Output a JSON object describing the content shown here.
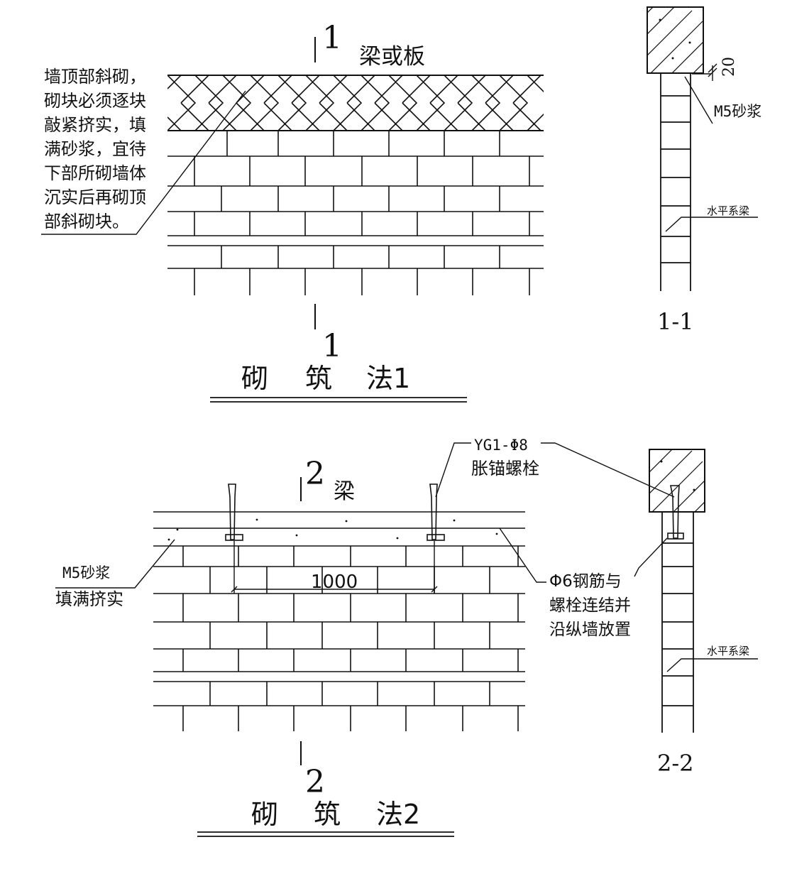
{
  "diagram1": {
    "section_mark_top": "1",
    "section_mark_bottom": "1",
    "label_beam_or_slab": "梁或板",
    "note_lines": [
      "墙顶部斜砌，",
      "砌块必须逐块",
      "敲紧挤实，填",
      "满砂浆，宜待",
      "下部所砌墙体",
      "沉实后再砌顶",
      "部斜砌块。"
    ],
    "caption": [
      "砌",
      "筑",
      "法1"
    ]
  },
  "section1": {
    "label_m5": "M5砂浆",
    "label_dim": "20",
    "label_tie_beam": "水平系梁",
    "caption": "1-1"
  },
  "diagram2": {
    "section_mark_top": "2",
    "section_mark_bottom": "2",
    "label_beam": "梁",
    "bolt_label_line1": "YG1-Φ8",
    "bolt_label_line2": "胀锚螺栓",
    "mortar_label_line1": "M5砂浆",
    "mortar_label_line2": "填满挤实",
    "dimension_spacing": "1000",
    "rebar_note_lines": [
      "Φ6钢筋与",
      "螺栓连结并",
      "沿纵墙放置"
    ],
    "caption": [
      "砌",
      "筑",
      "法2"
    ]
  },
  "section2": {
    "label_tie_beam": "水平系梁",
    "caption": "2-2"
  }
}
